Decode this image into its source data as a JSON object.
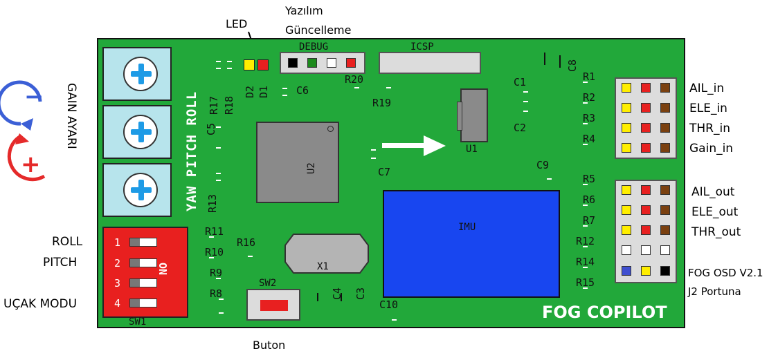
{
  "annotations": {
    "led": "LED",
    "firmware_line1": "Yazılım",
    "firmware_line2": "Güncelleme",
    "gain_adjust": "GAIN AYARI",
    "minus": "−",
    "plus": "+",
    "roll": "ROLL",
    "pitch": "PITCH",
    "plane_mode": "UÇAK MODU",
    "button": "Buton",
    "ail_in": "AIL_in",
    "ele_in": "ELE_in",
    "thr_in": "THR_in",
    "gain_in": "Gain_in",
    "ail_out": "AIL_out",
    "ele_out": "ELE_out",
    "thr_out": "THR_out",
    "osd_line1": "FOG OSD V2.1",
    "osd_line2": "J2 Portuna"
  },
  "board": {
    "title": "FOG COPILOT",
    "axis_labels": "YAW PITCH ROLL",
    "debug": "DEBUG",
    "icsp": "ICSP",
    "imu": "IMU",
    "u1": "U1",
    "u2": "U2",
    "x1": "X1",
    "sw1": "SW1",
    "sw2": "SW2",
    "on": "ON",
    "switch_numbers": [
      "1",
      "2",
      "3",
      "4"
    ],
    "refs": {
      "d2": "D2",
      "d1": "D1",
      "c6": "C6",
      "r20": "R20",
      "r19": "R19",
      "r17": "R17",
      "r18": "R18",
      "c5": "C5",
      "c1": "C1",
      "c2": "C2",
      "c8": "C8",
      "c7": "C7",
      "c9": "C9",
      "r13": "R13",
      "r11": "R11",
      "r10": "R10",
      "r16": "R16",
      "r9": "R9",
      "r8": "R8",
      "c4": "C4",
      "c3": "C3",
      "c10": "C10",
      "r1": "R1",
      "r2": "R2",
      "r3": "R3",
      "r4": "R4",
      "r5": "R5",
      "r6": "R6",
      "r7": "R7",
      "r12": "R12",
      "r14": "R14",
      "r15": "R15"
    }
  },
  "colors": {
    "board": "#22a83a",
    "imu": "#1846f0",
    "dip_switch": "#e8201f",
    "pot": "#b7e4ec",
    "knob_cross": "#1e9be6",
    "led_yellow": "#ffee00",
    "led_red": "#e82020",
    "arrow_minus": "#3b5fd6",
    "arrow_plus": "#e52a2a"
  }
}
